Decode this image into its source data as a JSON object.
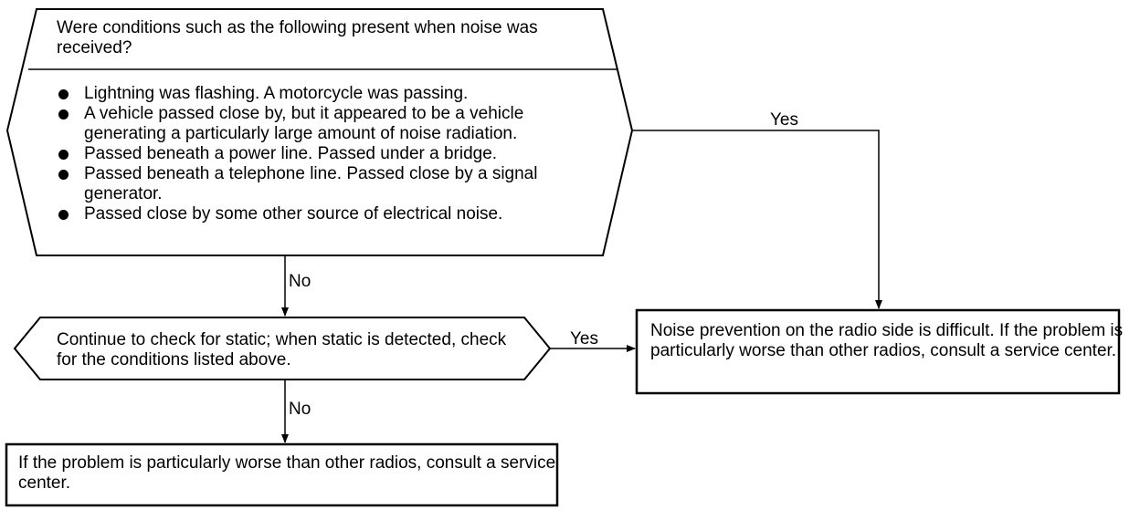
{
  "decision_1": {
    "question": "Were conditions such as the following present when noise was received?",
    "conditions": [
      "Lightning was flashing. A motorcycle was passing.",
      "A vehicle passed close by, but it appeared to be a vehicle generating a particularly large amount of noise radiation.",
      "Passed beneath a power line. Passed under a bridge.",
      "Passed beneath a telephone line. Passed close by a signal generator.",
      "Passed close by some other source of electrical noise."
    ]
  },
  "decision_2": {
    "text": "Continue to check for static; when static is detected, check for the conditions listed above."
  },
  "result_yes": {
    "text": "Noise prevention on the radio side is difficult. If the problem is particularly worse than other radios, consult a service center."
  },
  "result_no": {
    "text": "If the problem is particularly worse than other radios, consult a service center."
  },
  "labels": {
    "yes_1": "Yes",
    "no_1": "No",
    "yes_2": "Yes",
    "no_2": "No"
  }
}
